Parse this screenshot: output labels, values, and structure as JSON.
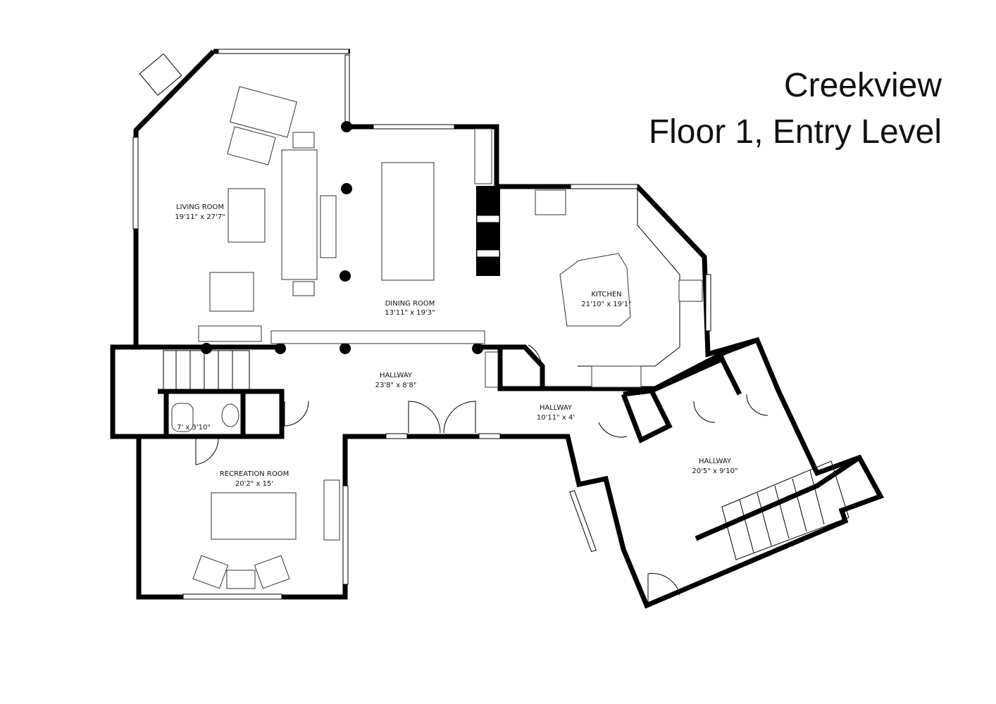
{
  "title": {
    "line1": "Creekview",
    "line2": "Floor 1, Entry Level"
  },
  "rooms": [
    {
      "name": "LIVING ROOM",
      "size": "19'11\" x 27'7\""
    },
    {
      "name": "DINING ROOM",
      "size": "13'11\" x 19'3\""
    },
    {
      "name": "KITCHEN",
      "size": "21'10\" x 19'1\""
    },
    {
      "name": "HALLWAY",
      "size": "23'8\" x 8'8\""
    },
    {
      "name": "HALLWAY",
      "size": "10'11\" x 4'"
    },
    {
      "name": "HALLWAY",
      "size": "20'5\" x 9'10\""
    },
    {
      "name": "RECREATION ROOM",
      "size": "20'2\" x 15'"
    },
    {
      "name": "",
      "size": "7' x 3'10\""
    }
  ]
}
